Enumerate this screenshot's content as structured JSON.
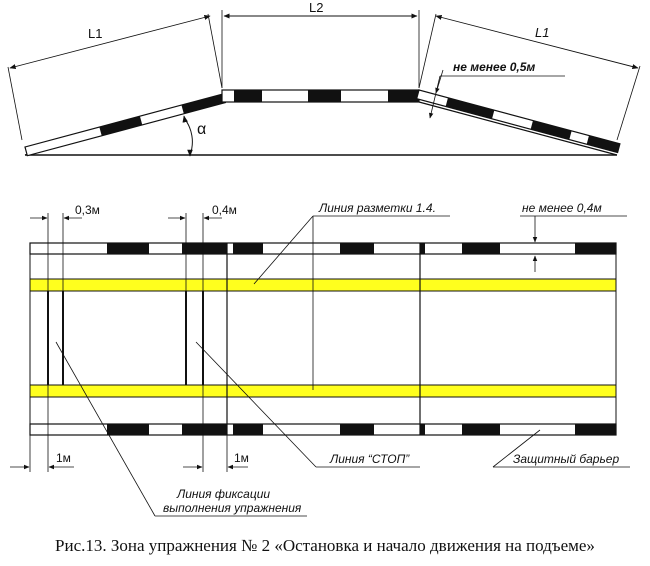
{
  "colors": {
    "line": "#111111",
    "barrier_dark": "#111111",
    "barrier_light": "#ffffff",
    "marking_line": "#ffff1e"
  },
  "profile": {
    "l1_left": "L1",
    "l2": "L2",
    "l1_right": "L1",
    "min_height": "не менее 0,5м",
    "angle": "α"
  },
  "plan": {
    "dim_03": "0,3м",
    "dim_04": "0,4м",
    "marking_line": "Линия разметки 1.4.",
    "barrier_min_width": "не менее 0,4м",
    "dim_1m_left": "1м",
    "dim_1m_right": "1м",
    "stop_line": "Линия “СТОП”",
    "protective_barrier": "Защитный барьер",
    "fixation_line_1": "Линия фиксации",
    "fixation_line_2": "выполнения упражнения"
  },
  "caption": "Рис.13. Зона упражнения № 2 «Остановка и начало движения на подъеме»"
}
